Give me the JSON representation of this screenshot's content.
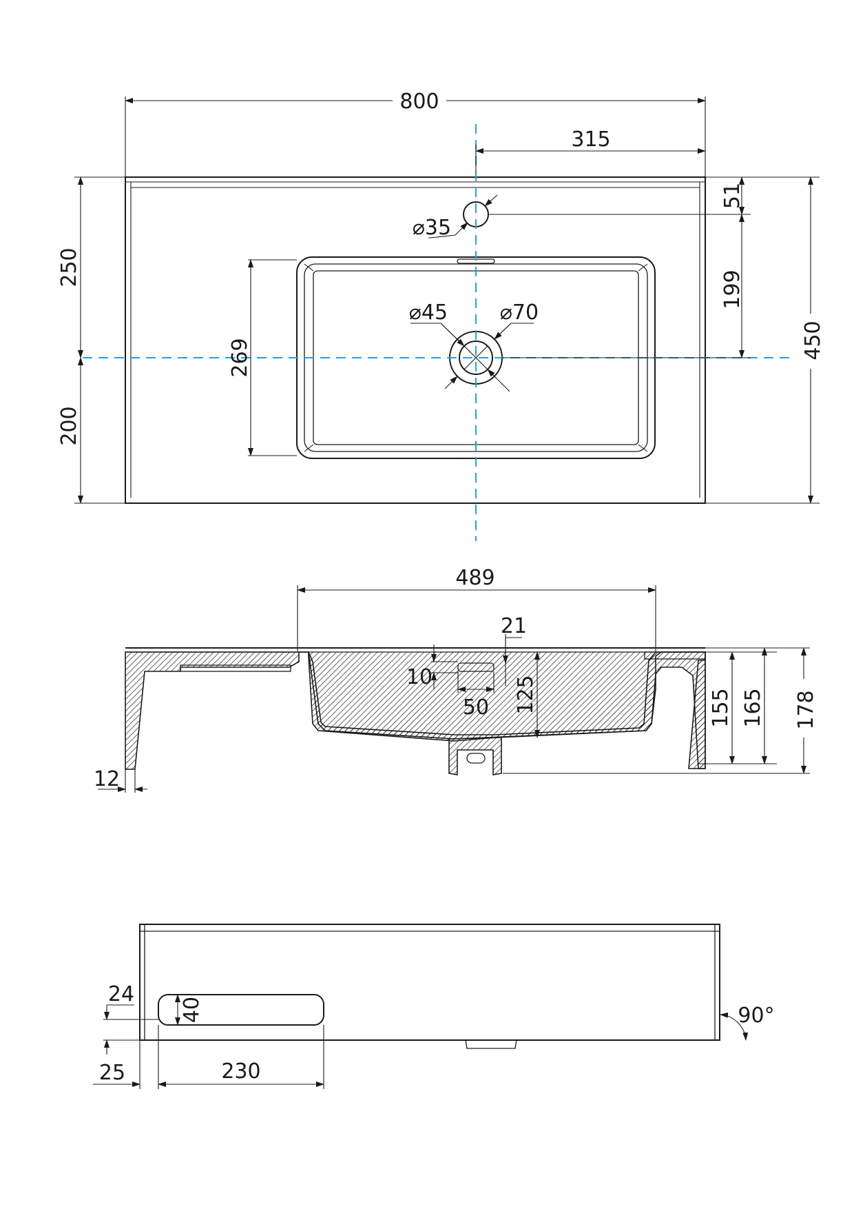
{
  "dimensions": {
    "overall_width": "800",
    "tap_offset": "315",
    "tap_from_back": "51",
    "tap_to_drain": "199",
    "overall_depth": "450",
    "back_to_drain": "250",
    "drain_to_front": "200",
    "bowl_depth": "269",
    "tap_hole_dia": "⌀35",
    "drain_dia": "⌀45",
    "drain_rim_dia": "⌀70",
    "bowl_width": "489",
    "overflow_offset": "21",
    "overflow_height": "10",
    "overflow_width": "50",
    "bowl_inner_depth": "125",
    "wall_thickness": "12",
    "side_height": "155",
    "body_height": "165",
    "total_height": "178",
    "cutout_top": "24",
    "cutout_height": "40",
    "cutout_side": "25",
    "cutout_length": "230",
    "corner_angle": "90°"
  }
}
